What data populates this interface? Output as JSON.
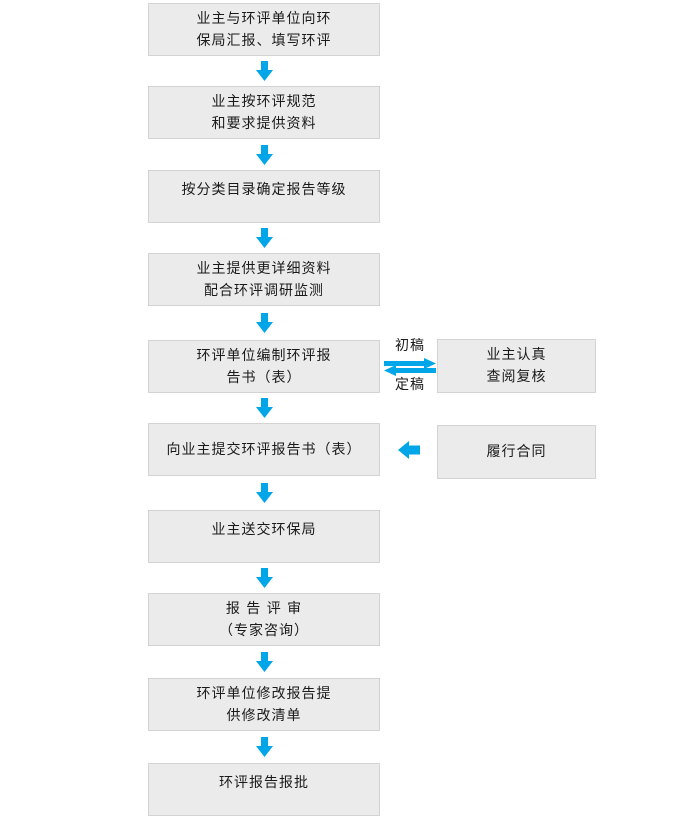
{
  "colors": {
    "arrow": "#00a6e8",
    "box_fill": "#ebebeb",
    "box_border": "#d3d3d3",
    "text": "#1a1a1a",
    "background": "#ffffff"
  },
  "icons": {
    "down-arrow-icon": "▼",
    "exchange-arrows-icon": "⇄",
    "left-arrow-icon": "◀"
  },
  "steps": [
    {
      "name": "report-to-epb",
      "lines": [
        "业主与环评单位向环",
        "保局汇报、填写环评"
      ]
    },
    {
      "name": "provide-materials",
      "lines": [
        "业主按环评规范",
        "和要求提供资料"
      ]
    },
    {
      "name": "determine-grade",
      "lines": [
        "按分类目录确定报告等级"
      ]
    },
    {
      "name": "detailed-materials",
      "lines": [
        "业主提供更详细资料",
        "配合环评调研监测"
      ]
    },
    {
      "name": "compile-report",
      "lines": [
        "环评单位编制环评报",
        "告书（表）"
      ]
    },
    {
      "name": "submit-to-owner",
      "lines": [
        "向业主提交环评报告书（表）"
      ]
    },
    {
      "name": "owner-send-epb",
      "lines": [
        "业主送交环保局"
      ]
    },
    {
      "name": "report-review",
      "lines": [
        "报 告 评 审",
        "（专家咨询）"
      ]
    },
    {
      "name": "revise-report",
      "lines": [
        "环评单位修改报告提",
        "供修改清单"
      ]
    },
    {
      "name": "report-approval",
      "lines": [
        "环评报告报批"
      ]
    }
  ],
  "review_loop": {
    "box_lines": [
      "业主认真",
      "查阅复核"
    ],
    "top_arrow_label": "初稿",
    "bottom_arrow_label": "定稿"
  },
  "contract": {
    "box_lines": [
      "履行合同"
    ]
  }
}
